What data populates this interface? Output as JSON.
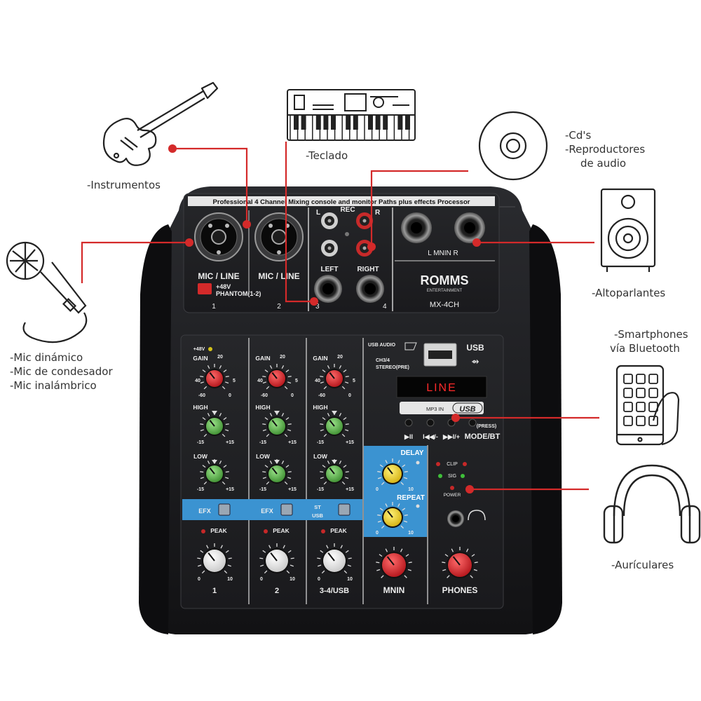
{
  "mixer": {
    "banner": "Professional 4 Channel Mixing console and monitor Paths plus effects Processor",
    "brand": "ROMMS",
    "brand_sub": "ENTERTAINMENT",
    "model": "MX-4CH",
    "mic_line_1": "MIC / LINE",
    "mic_line_2": "MIC / LINE",
    "phantom_label": "+48V",
    "phantom_sub": "PHANTOM(1-2)",
    "input_1": "1",
    "input_2": "2",
    "input_3": "3",
    "input_4": "4",
    "rec_label": "REC",
    "rec_l": "L",
    "rec_r": "R",
    "left_label": "LEFT",
    "right_label": "RIGHT",
    "main_in_label": "L  MNIN  R",
    "usb_audio": "USB AUDIO",
    "ch34": "CH3/4",
    "stereo_pre": "STEREO(PRE)",
    "usb_title": "USB",
    "display_text": "LINE",
    "mp3_label": "MP3 IN",
    "mp3_usb": "USB",
    "btn_play": "▶II",
    "btn_prev": "I◀◀/-",
    "btn_next": "▶▶I/+",
    "btn_mode": "MODE/BT",
    "press_label": "(PRESS)",
    "gain": "GAIN",
    "high": "HIGH",
    "low": "LOW",
    "efx": "EFX",
    "st": "ST",
    "usb_small": "USB",
    "peak": "PEAK",
    "v48": "+48V",
    "tick_20": "20",
    "tick_40": "40",
    "tick_5": "5",
    "tick_60": "-60",
    "tick_0": "0",
    "tick_m15": "-15",
    "tick_p15": "+15",
    "tick_10": "10",
    "ch_1": "1",
    "ch_2": "2",
    "ch_34": "3-4/USB",
    "delay": "DELAY",
    "repeat": "REPEAT",
    "clip": "CLIP",
    "sig": "SIG",
    "power": "POWER",
    "mnin": "MNIN",
    "phones": "PHONES"
  },
  "labels": {
    "instrumentos": "-Instrumentos",
    "teclado": "-Teclado",
    "cds_1": "-Cd's",
    "cds_2": "-Reproductores",
    "cds_3": "de audio",
    "altoparlantes": "-Altoparlantes",
    "smart_1": "-Smartphones",
    "smart_2": "vía Bluetooth",
    "mic_1": "-Mic dinámico",
    "mic_2": "-Mic de condesador",
    "mic_3": "-Mic inalámbrico",
    "auriculares": "-Aurículares"
  },
  "colors": {
    "accent_red": "#d42a2a",
    "panel": "#1f1f22",
    "knob_red": "#d8242b",
    "knob_green": "#5bb34a",
    "knob_yellow": "#f2d31c",
    "knob_white": "#f2f2f2",
    "efx_band": "#3b93d1",
    "display_red": "#ff2a2a"
  }
}
